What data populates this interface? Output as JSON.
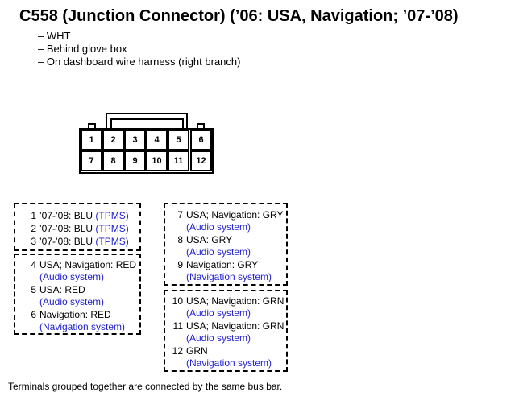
{
  "title": "C558 (Junction Connector) (’06: USA, Navigation; ’07-’08)",
  "notes": [
    "– WHT",
    "– Behind glove box",
    "– On dashboard wire harness (right branch)"
  ],
  "pins": [
    "1",
    "2",
    "3",
    "4",
    "5",
    "6",
    "7",
    "8",
    "9",
    "10",
    "11",
    "12"
  ],
  "groups": {
    "g1": [
      {
        "num": "1",
        "text": "’07-’08: BLU ",
        "sub": "(TPMS)"
      },
      {
        "num": "2",
        "text": "’07-’08: BLU ",
        "sub": "(TPMS)"
      },
      {
        "num": "3",
        "text": "’07-’08: BLU ",
        "sub": "(TPMS)"
      }
    ],
    "g2": [
      {
        "num": "4",
        "text": "USA; Navigation: RED",
        "sub": "(Audio system)"
      },
      {
        "num": "5",
        "text": "USA: RED",
        "sub": "(Audio system)"
      },
      {
        "num": "6",
        "text": "Navigation: RED",
        "sub": "(Navigation system)"
      }
    ],
    "g3": [
      {
        "num": "7",
        "text": "USA; Navigation: GRY",
        "sub": "(Audio system)"
      },
      {
        "num": "8",
        "text": "USA: GRY",
        "sub": "(Audio system)"
      },
      {
        "num": "9",
        "text": "Navigation: GRY",
        "sub": "(Navigation system)"
      }
    ],
    "g4": [
      {
        "num": "10",
        "text": "USA; Navigation: GRN",
        "sub": "(Audio system)"
      },
      {
        "num": "11",
        "text": "USA; Navigation: GRN",
        "sub": "(Audio system)"
      },
      {
        "num": "12",
        "text": "GRN",
        "sub": "(Navigation system)"
      }
    ]
  },
  "footer": "Terminals grouped together are connected by the same bus bar.",
  "colors": {
    "subsystem_text": "#1f1fd0"
  }
}
